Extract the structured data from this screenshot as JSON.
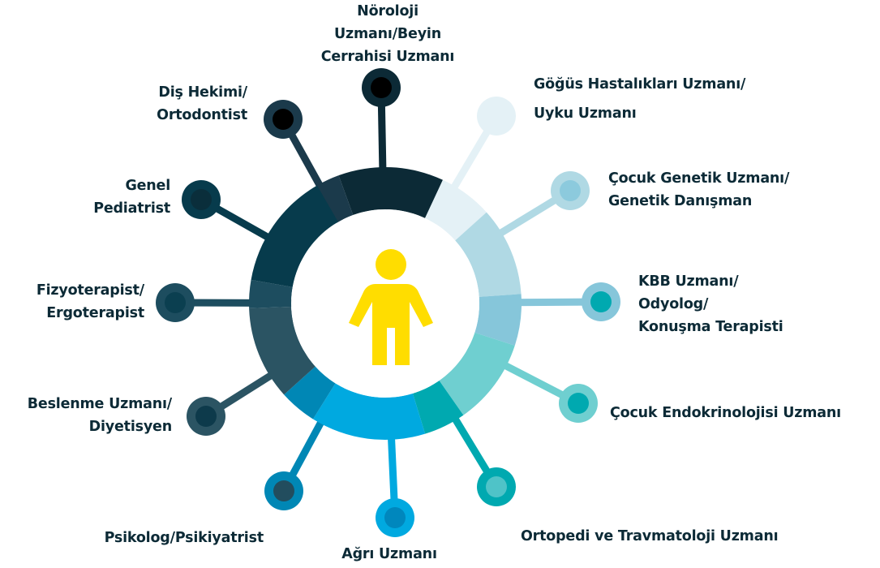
{
  "center": {
    "icon": "child-figure-icon",
    "color": "#ffdd00"
  },
  "specialists": [
    {
      "id": "noroloji",
      "lines": [
        "Nöroloji",
        "Uzmanı/Beyin",
        "Cerrahisi Uzmanı"
      ],
      "ring_color": "#0c2a36",
      "stem_color": "#0c2a36",
      "dot_color": "#000000"
    },
    {
      "id": "gogus",
      "lines": [
        "Göğüs Hastalıkları Uzmanı/",
        "Uyku Uzmanı"
      ],
      "ring_color": "#e4f1f6",
      "stem_color": "#e4f1f6",
      "dot_color": "#e4f1f6"
    },
    {
      "id": "genetik",
      "lines": [
        "Çocuk Genetik Uzmanı/",
        "Genetik Danışman"
      ],
      "ring_color": "#b0d9e4",
      "stem_color": "#b0d9e4",
      "dot_color": "#8ccadd"
    },
    {
      "id": "kbb",
      "lines": [
        "KBB Uzmanı/",
        "Odyolog/",
        "Konuşma Terapisti"
      ],
      "ring_color": "#86c6da",
      "stem_color": "#86c6da",
      "dot_color": "#00a9b0"
    },
    {
      "id": "endokrin",
      "lines": [
        "Çocuk Endokrinolojisi Uzmanı"
      ],
      "ring_color": "#6fcfd0",
      "stem_color": "#6fcfd0",
      "dot_color": "#00a9b0"
    },
    {
      "id": "ortopedi",
      "lines": [
        "Ortopedi ve Travmatoloji Uzmanı"
      ],
      "ring_color": "#00a9b0",
      "stem_color": "#00a9b0",
      "dot_color": "#4fc3c8"
    },
    {
      "id": "agri",
      "lines": [
        "Ağrı Uzmanı"
      ],
      "ring_color": "#00a9e0",
      "stem_color": "#00a9e0",
      "dot_color": "#0087bd"
    },
    {
      "id": "psikolog",
      "lines": [
        "Psikolog/Psikiyatrist"
      ],
      "ring_color": "#0087b5",
      "stem_color": "#0087b5",
      "dot_color": "#224d5e"
    },
    {
      "id": "beslenme",
      "lines": [
        "Beslenme Uzmanı/",
        "Diyetisyen"
      ],
      "ring_color": "#2b5463",
      "stem_color": "#2b5463",
      "dot_color": "#0d3a4b"
    },
    {
      "id": "fizyoterapist",
      "lines": [
        "Fizyoterapist/",
        "Ergoterapist"
      ],
      "ring_color": "#1d4d5f",
      "stem_color": "#1d4d5f",
      "dot_color": "#0b3f50"
    },
    {
      "id": "pediatrist",
      "lines": [
        "Genel",
        "Pediatrist"
      ],
      "ring_color": "#073b4c",
      "stem_color": "#073b4c",
      "dot_color": "#0a2e3b"
    },
    {
      "id": "dis",
      "lines": [
        "Diş Hekimi/",
        "Ortodontist"
      ],
      "ring_color": "#1b3a4b",
      "stem_color": "#1b3a4b",
      "dot_color": "#000000"
    }
  ]
}
